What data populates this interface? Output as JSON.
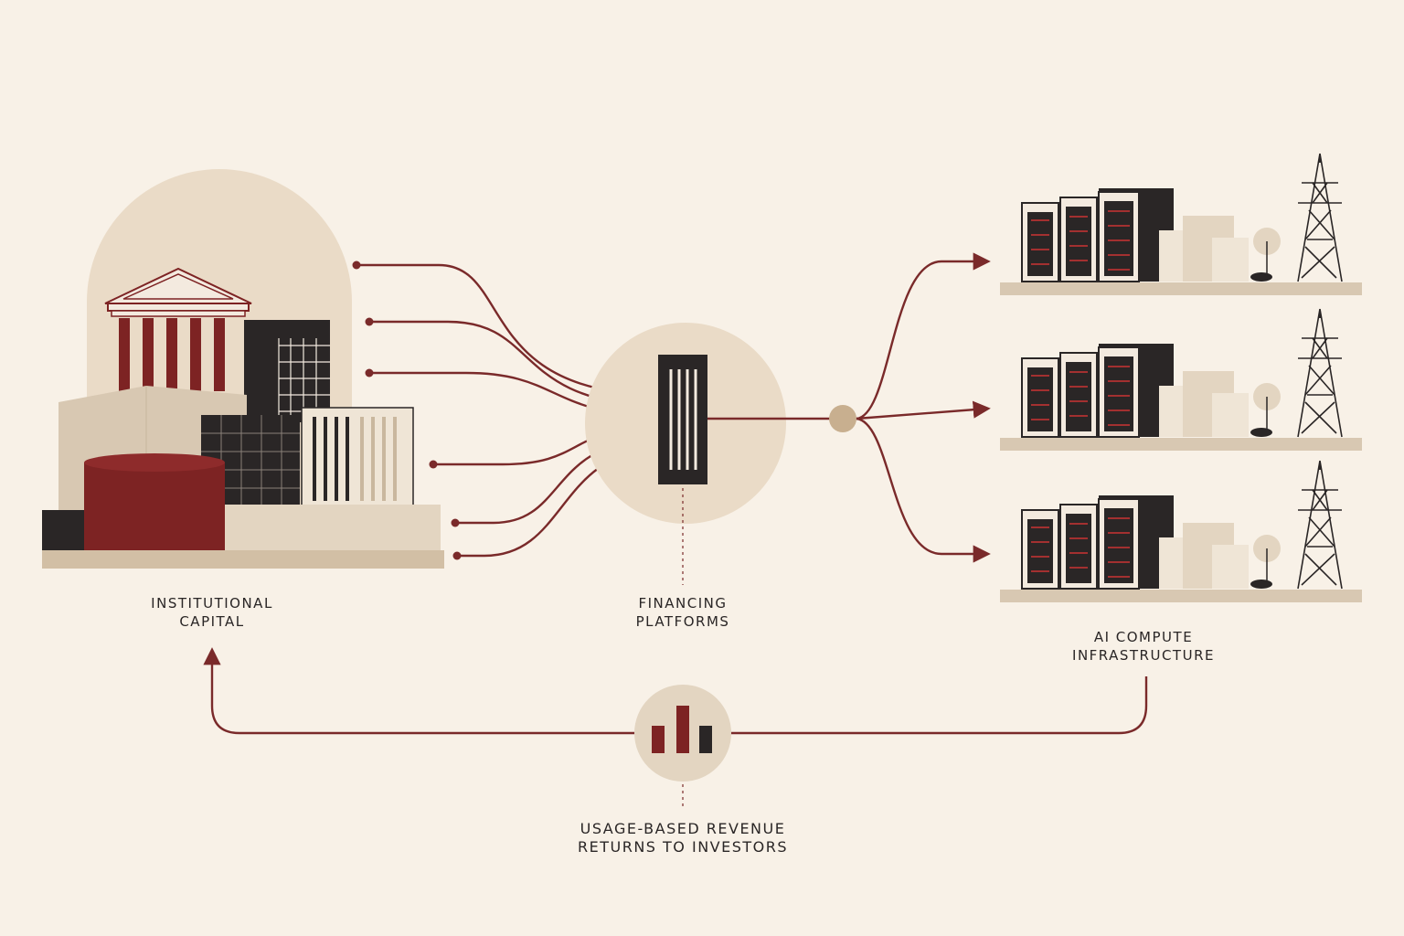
{
  "colors": {
    "background": "#F8F1E7",
    "flow_line": "#7A2A2A",
    "accent_red": "#7D2323",
    "dark": "#2A2626",
    "tan": "#D8C8B2",
    "light_tan": "#E8DCCB",
    "pale": "#EFE5D6",
    "halo": "#EADBC7"
  },
  "labels": {
    "capital": {
      "line1": "INSTITUTIONAL",
      "line2": "CAPITAL"
    },
    "platform": {
      "line1": "FINANCING",
      "line2": "PLATFORMS"
    },
    "infra": {
      "line1": "AI COMPUTE",
      "line2": "INFRASTRUCTURE"
    },
    "revenue": {
      "line1": "USAGE-BASED REVENUE",
      "line2": "RETURNS TO INVESTORS"
    }
  },
  "icons": {
    "capital": "institutional-buildings-icon",
    "platform": "financing-platform-icon",
    "hub": "distribution-hub-icon",
    "infra": "data-center-icon",
    "tower": "power-tower-icon",
    "revenue": "bar-chart-icon"
  }
}
